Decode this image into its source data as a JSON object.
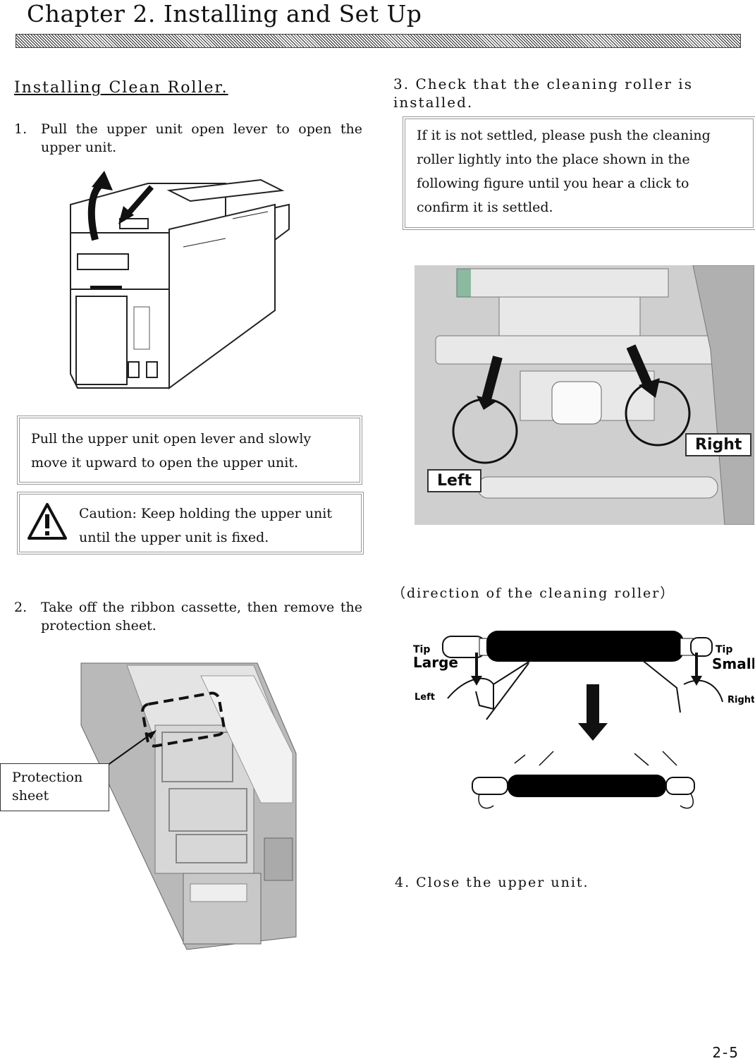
{
  "header": {
    "chapter_title": "Chapter 2. Installing and Set Up"
  },
  "section_title": "Installing Clean Roller.",
  "steps": {
    "step1": {
      "num": "1.",
      "text": "Pull the upper unit open lever to open the upper unit."
    },
    "step2": {
      "num": "2.",
      "text": "Take off the ribbon cassette, then remove the protection sheet."
    },
    "step3": {
      "text": "3. Check that the cleaning roller is installed."
    },
    "step4": {
      "text": "4. Close the upper unit."
    }
  },
  "boxes": {
    "pull_note": "Pull the upper unit open lever and slowly move it upward to open the upper unit.",
    "caution": "Caution: Keep holding the upper unit until the upper unit is fixed.",
    "settle_note": "If it is not settled, please push the cleaning roller lightly into the place shown in the following figure until you hear a click to confirm it is settled."
  },
  "labels": {
    "protection_sheet": "Protection sheet",
    "left": "Left",
    "right": "Right",
    "direction": "（direction of the cleaning roller）",
    "tip_left": "Tip",
    "large": "Large",
    "tip_right": "Tip",
    "small": "Small",
    "side_left": "Left",
    "side_right": "Right"
  },
  "footer": {
    "page_number": "2-5"
  }
}
